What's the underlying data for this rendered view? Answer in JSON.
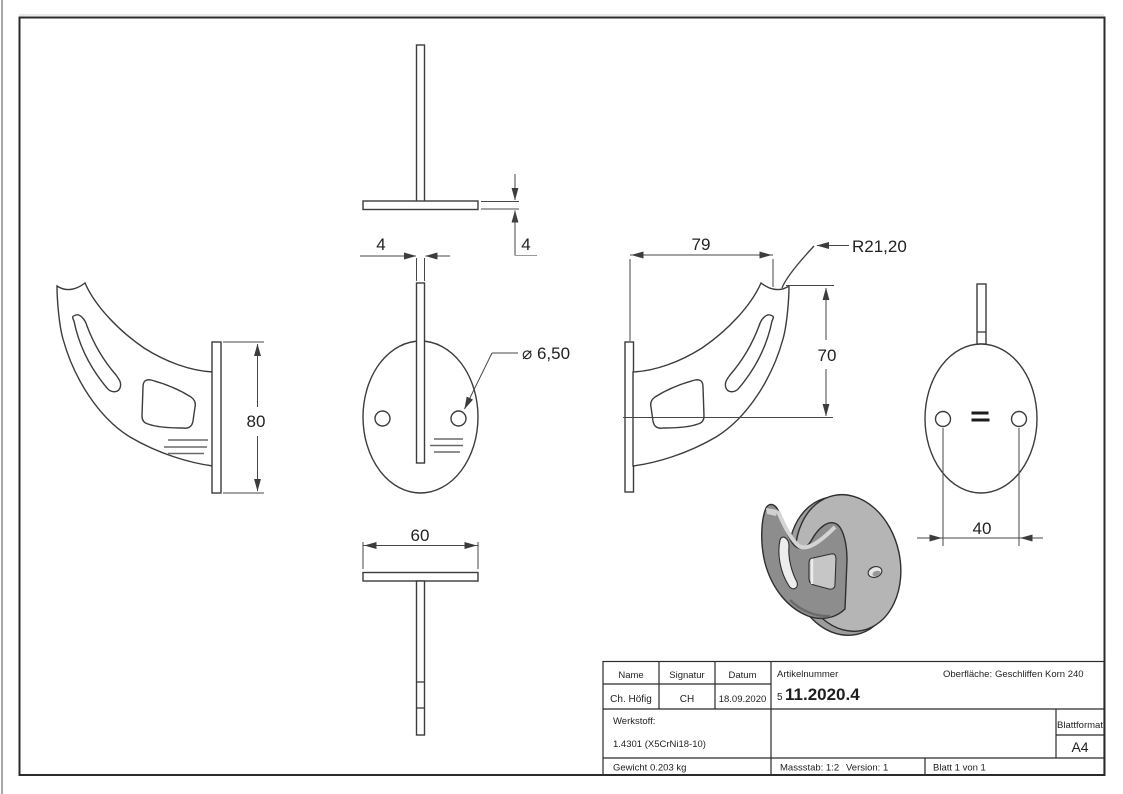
{
  "dimensions": {
    "plate_thickness": "4",
    "fin_thickness": "4",
    "hole_diameter": "⌀ 6,50",
    "plate_width": "60",
    "plate_height": "80",
    "reach": "79",
    "saddle_radius": "R21,20",
    "height": "70",
    "hole_spacing": "40"
  },
  "title_block": {
    "name_label": "Name",
    "signature_label": "Signatur",
    "date_label": "Datum",
    "name_value": "Ch. Höfig",
    "signature_value": "CH",
    "date_value": "18.09.2020",
    "article_label": "Artikelnummer",
    "article_prefix": "5",
    "article_number": "11.2020.4",
    "surface_label": "Oberfläche:",
    "surface_value": "Geschliffen Korn 240",
    "material_label": "Werkstoff:",
    "material_value": "1.4301 (X5CrNi18-10)",
    "sheet_format_label": "Blattformat",
    "sheet_format_value": "A4",
    "weight": "Gewicht 0.203 kg",
    "scale": "Massstab: 1:2",
    "version": "Version: 1",
    "sheet": "Blatt 1 von 1"
  }
}
